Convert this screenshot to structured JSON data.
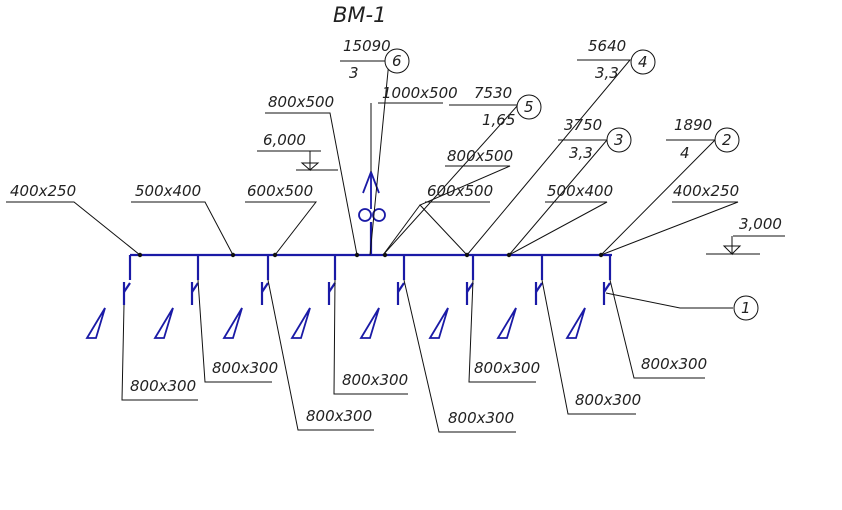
{
  "title": "ВМ-1",
  "colors": {
    "duct": "#1a1aa6",
    "line": "#111111",
    "text": "#222222"
  },
  "elevations": {
    "top": "6,000",
    "right": "3,000"
  },
  "duct_sizes": {
    "s1": "400x250",
    "s2": "500x400",
    "s3": "600x500",
    "s4": "800x500",
    "s5": "1000x500",
    "s6": "800x500",
    "s7": "600x500",
    "s8": "500x400",
    "s9": "400x250"
  },
  "branch_sizes": [
    "800x300",
    "800x300",
    "800x300",
    "800x300",
    "800x300",
    "800x300",
    "800x300",
    "800x300"
  ],
  "sections": [
    {
      "num": "1",
      "flow": "",
      "velocity": ""
    },
    {
      "num": "2",
      "flow": "1890",
      "velocity": "4"
    },
    {
      "num": "3",
      "flow": "3750",
      "velocity": "3,3"
    },
    {
      "num": "4",
      "flow": "5640",
      "velocity": "3,3"
    },
    {
      "num": "5",
      "flow": "7530",
      "velocity": "1,65"
    },
    {
      "num": "6",
      "flow": "15090",
      "velocity": "3"
    }
  ],
  "icons": {
    "fan": "fan-icon",
    "grille": "grille-icon",
    "damper": "damper-icon",
    "elevation": "elevation-mark-icon"
  }
}
